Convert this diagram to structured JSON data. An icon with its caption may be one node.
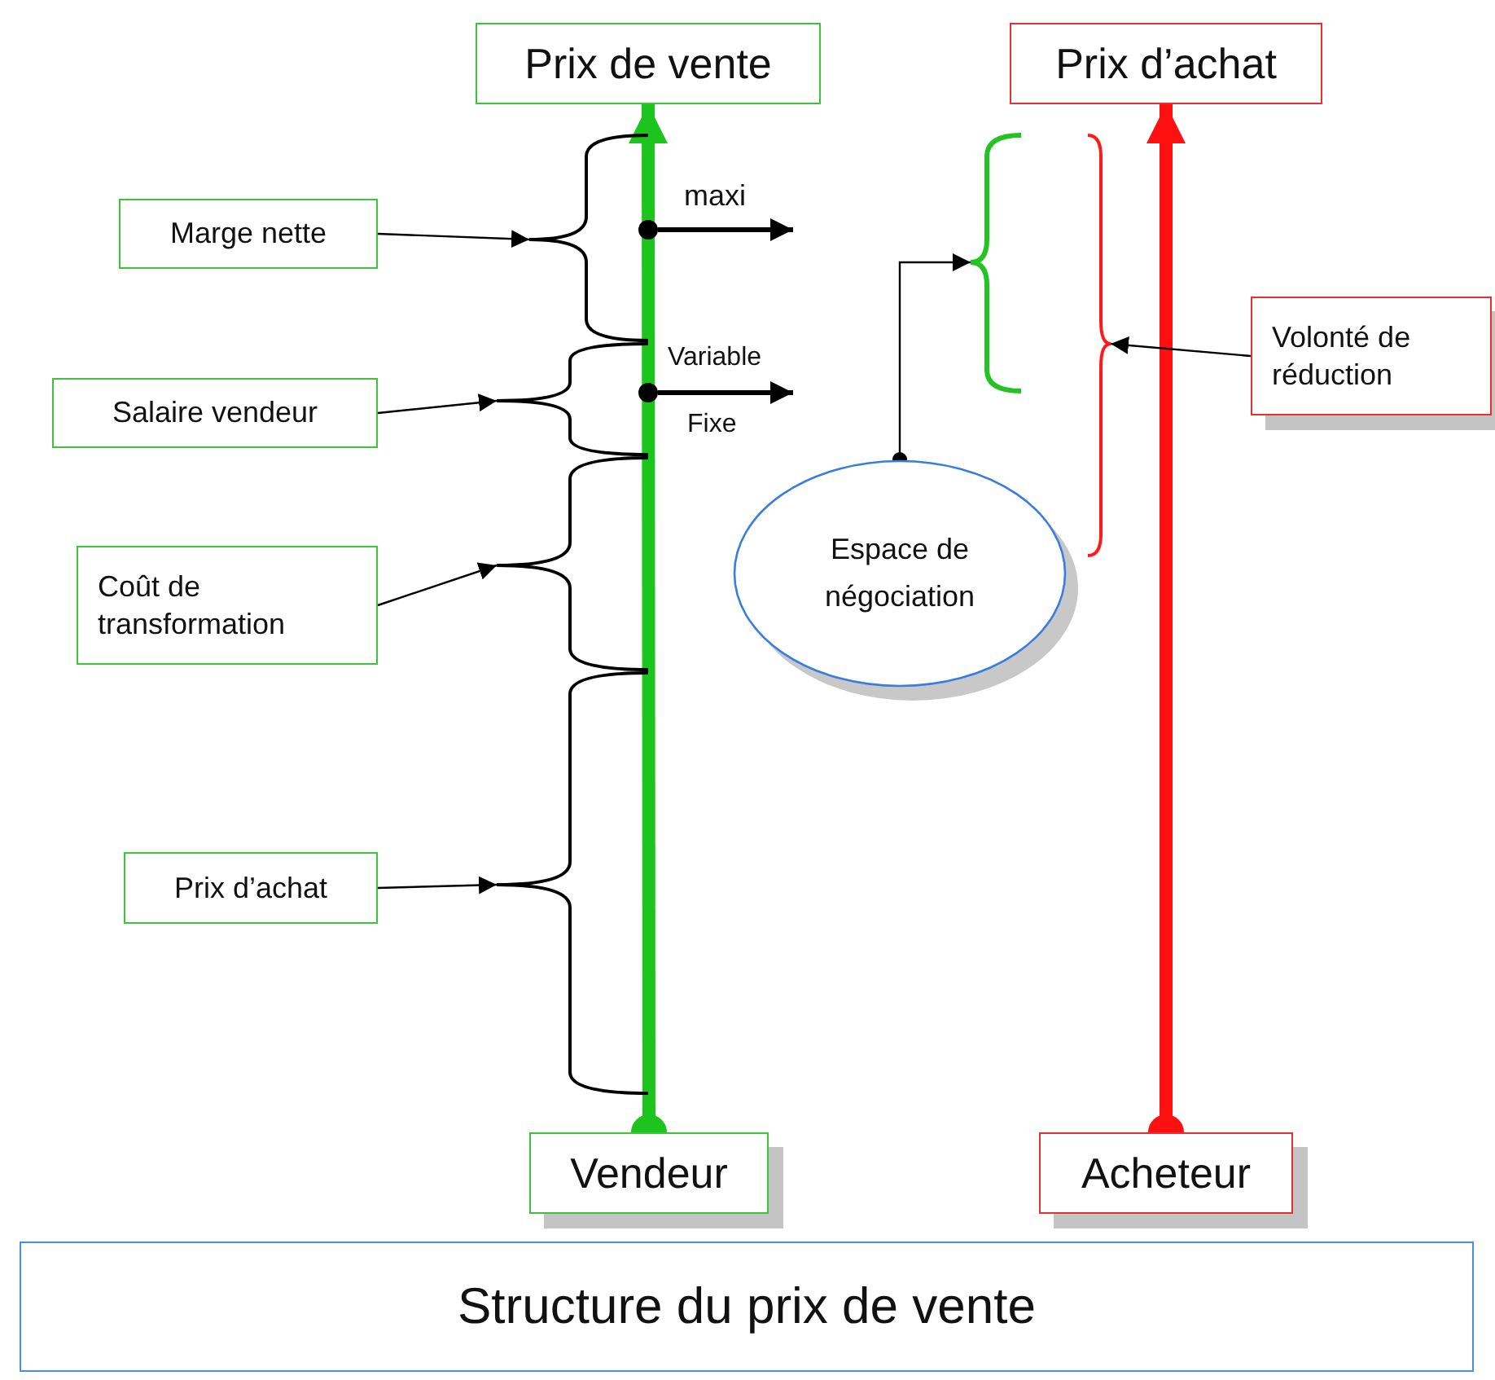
{
  "diagram": {
    "title": "Structure du prix de vente",
    "nodes": [
      {
        "text": [
          "Prix de vente"
        ]
      },
      {
        "text": [
          "Prix d’achat"
        ]
      },
      {
        "text": [
          "Marge nette"
        ]
      },
      {
        "text": [
          "Salaire vendeur"
        ]
      },
      {
        "text": [
          "Coût de transformation"
        ]
      },
      {
        "text": [
          "Prix d’achat"
        ]
      },
      {
        "text": [
          "Espace de négociation"
        ]
      },
      {
        "text": [
          "Volonté de réduction"
        ]
      },
      {
        "text": [
          "Vendeur"
        ]
      },
      {
        "text": [
          "Acheteur"
        ]
      },
      {
        "text": [],
        "shape": "brace"
      },
      {
        "text": [],
        "shape": "brace"
      },
      {
        "text": [],
        "shape": "brace"
      },
      {
        "text": [],
        "shape": "brace"
      },
      {
        "text": [],
        "shape": "brace"
      },
      {
        "text": [],
        "shape": "brace"
      },
      {
        "text": [],
        "shape": "circle"
      },
      {
        "text": [],
        "shape": "circle"
      }
    ],
    "edges": [
      {
        "from": 8,
        "to": 0,
        "arrow": "to",
        "style": "thick",
        "color": "#1ec41e"
      },
      {
        "from": 9,
        "to": 1,
        "arrow": "to",
        "style": "thick",
        "color": "#ff1010"
      },
      {
        "from": 2,
        "to": 10,
        "arrow": "to"
      },
      {
        "from": 3,
        "to": 11,
        "arrow": "to"
      },
      {
        "from": 4,
        "to": 12,
        "arrow": "to"
      },
      {
        "from": 5,
        "to": 13,
        "arrow": "to"
      },
      {
        "from": 6,
        "to": 14,
        "arrow": "to"
      },
      {
        "from": 7,
        "to": 15,
        "arrow": "to"
      },
      {
        "from": 16,
        "to": null,
        "arrow": "to",
        "style": "thick"
      },
      {
        "from": 17,
        "to": null,
        "arrow": "to",
        "style": "thick"
      }
    ],
    "labels": [
      "maxi",
      "Variable",
      "Fixe"
    ]
  }
}
